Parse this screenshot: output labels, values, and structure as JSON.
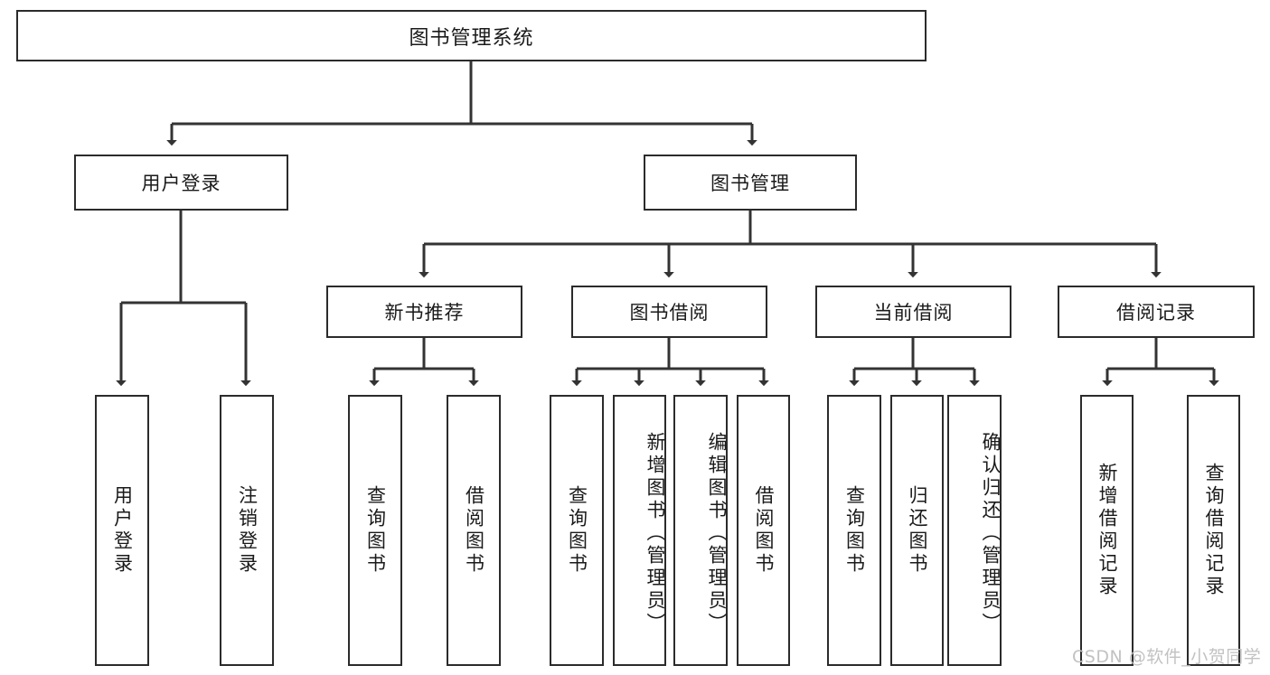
{
  "diagram": {
    "type": "tree-hierarchy",
    "root": {
      "id": "root",
      "label": "图书管理系统"
    },
    "level2": [
      {
        "id": "user-login",
        "label": "用户登录"
      },
      {
        "id": "book-management",
        "label": "图书管理"
      }
    ],
    "level3": [
      {
        "id": "new-book-recommend",
        "label": "新书推荐",
        "parent": "book-management"
      },
      {
        "id": "book-borrow",
        "label": "图书借阅",
        "parent": "book-management"
      },
      {
        "id": "current-borrow",
        "label": "当前借阅",
        "parent": "book-management"
      },
      {
        "id": "borrow-record",
        "label": "借阅记录",
        "parent": "book-management"
      }
    ],
    "leaves": [
      {
        "id": "leaf-user-login",
        "label": "用户登录",
        "parent": "user-login",
        "align": "centered"
      },
      {
        "id": "leaf-logout-login",
        "label": "注销登录",
        "parent": "user-login",
        "align": "centered"
      },
      {
        "id": "leaf-query-book-1",
        "label": "查询图书",
        "parent": "new-book-recommend",
        "align": "centered"
      },
      {
        "id": "leaf-borrow-book-1",
        "label": "借阅图书",
        "parent": "new-book-recommend",
        "align": "centered"
      },
      {
        "id": "leaf-query-book-2",
        "label": "查询图书",
        "parent": "book-borrow",
        "align": "centered"
      },
      {
        "id": "leaf-add-book",
        "label": "新增图书（管理员）",
        "parent": "book-borrow",
        "align": "top"
      },
      {
        "id": "leaf-edit-book",
        "label": "编辑图书（管理员）",
        "parent": "book-borrow",
        "align": "top"
      },
      {
        "id": "leaf-borrow-book-2",
        "label": "借阅图书",
        "parent": "book-borrow",
        "align": "centered"
      },
      {
        "id": "leaf-query-book-3",
        "label": "查询图书",
        "parent": "current-borrow",
        "align": "centered"
      },
      {
        "id": "leaf-return-book",
        "label": "归还图书",
        "parent": "current-borrow",
        "align": "centered"
      },
      {
        "id": "leaf-confirm-return",
        "label": "确认归还（管理员）",
        "parent": "current-borrow",
        "align": "top"
      },
      {
        "id": "leaf-add-borrow-record",
        "label": "新增借阅记录",
        "parent": "borrow-record",
        "align": "centered"
      },
      {
        "id": "leaf-query-borrow-record",
        "label": "查询借阅记录",
        "parent": "borrow-record",
        "align": "centered"
      }
    ]
  },
  "watermark": {
    "text": "CSDN @软件_小贺同学",
    "color": "#c2c2c2"
  },
  "style": {
    "border_color": "#2b2b2b",
    "line_color": "#333333",
    "background": "#ffffff",
    "text_color": "#1a1a1a"
  }
}
